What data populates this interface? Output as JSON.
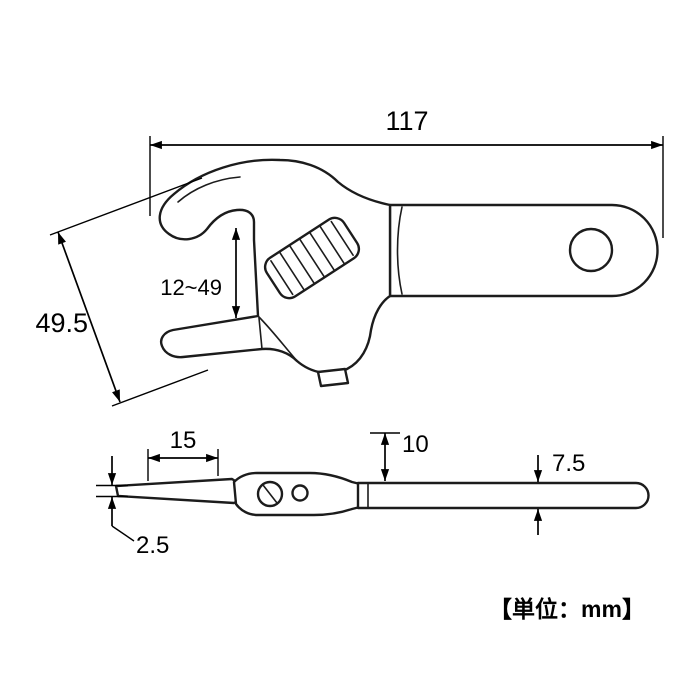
{
  "drawing": {
    "dimensions": {
      "overall_length": "117",
      "head_length": "49.5",
      "jaw_capacity": "12~49",
      "tip_flat_length": "15",
      "head_height": "10",
      "tip_thickness": "2.5",
      "handle_thickness": "7.5"
    },
    "units_note": "【単位：mm】",
    "colors": {
      "line": "#1c1c1c",
      "background": "#ffffff"
    }
  }
}
